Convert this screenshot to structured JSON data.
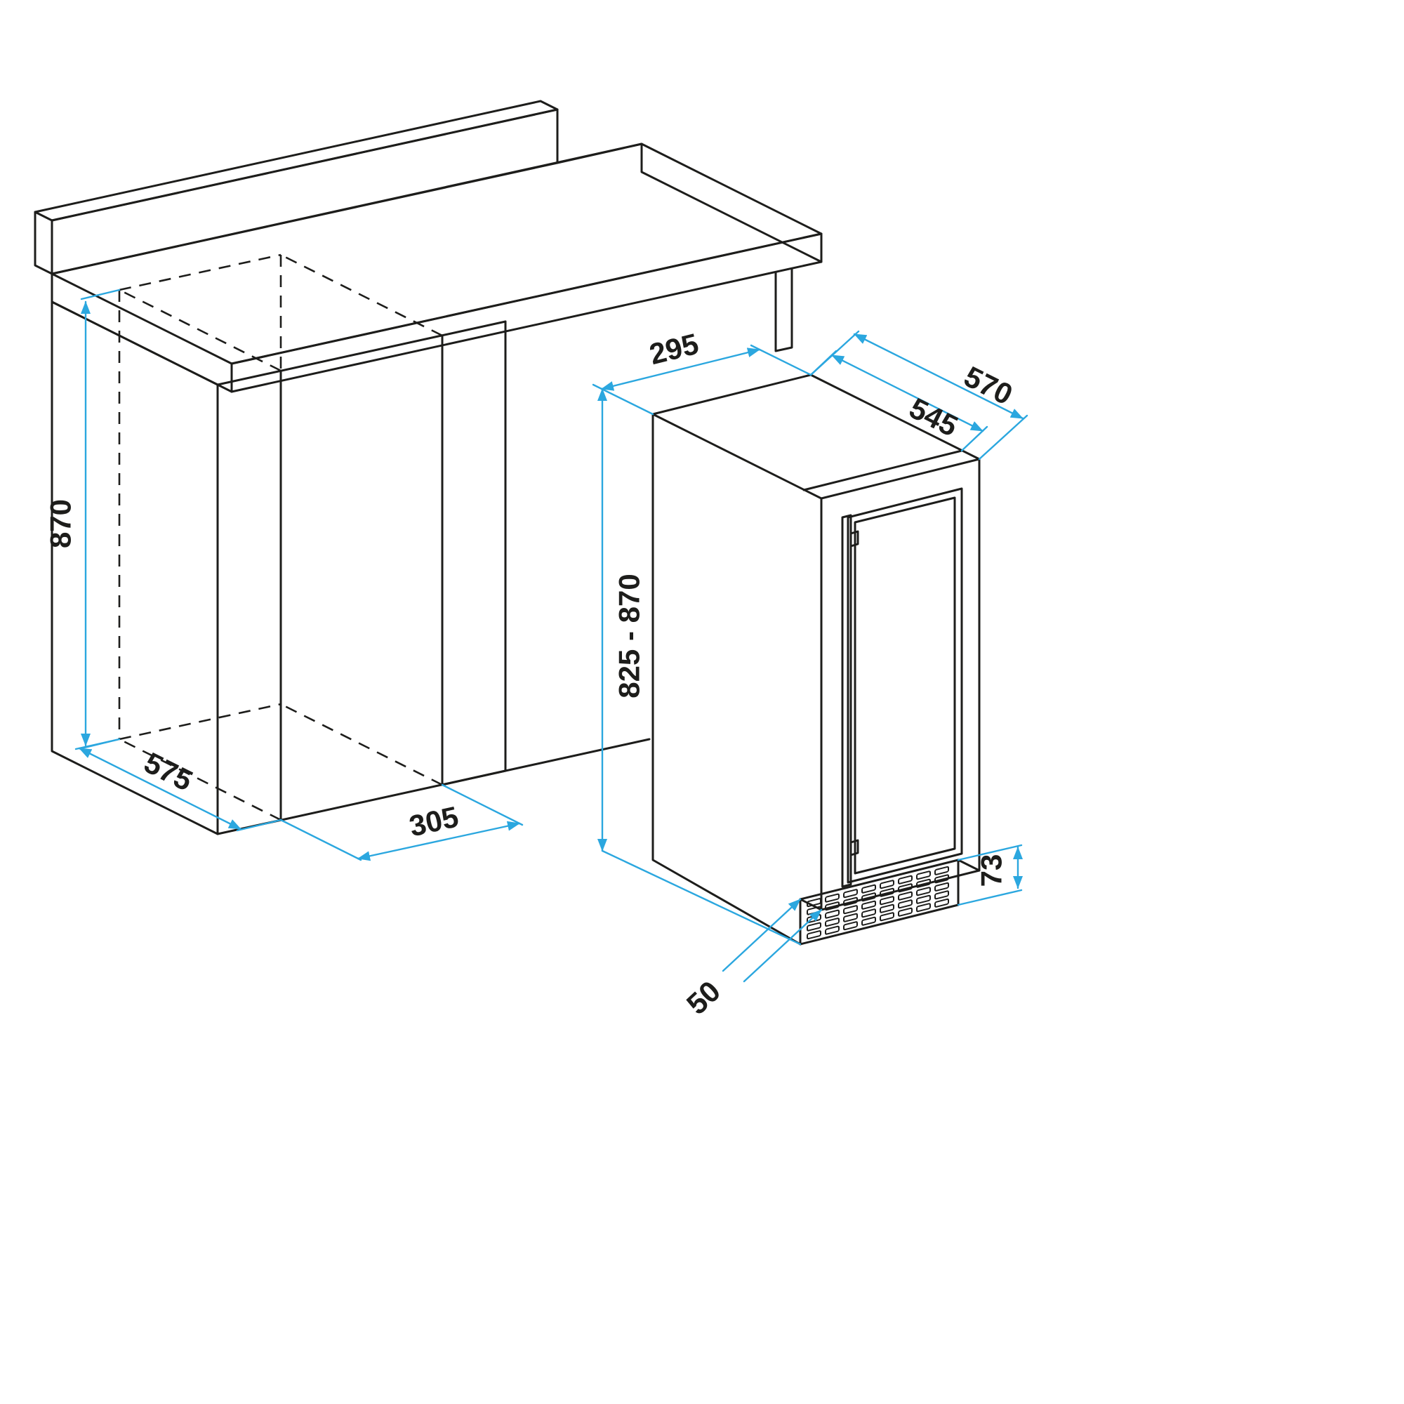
{
  "diagram": {
    "niche": {
      "height": "870",
      "depth": "575",
      "width": "305"
    },
    "cooler": {
      "width": "295",
      "depth_total": "570",
      "depth_body": "545",
      "height_range": "825 - 870",
      "plinth_height": "73",
      "plinth_recess": "50"
    }
  },
  "colors": {
    "line": "#1d1d1b",
    "dimension": "#2ba7df",
    "background": "#ffffff"
  }
}
